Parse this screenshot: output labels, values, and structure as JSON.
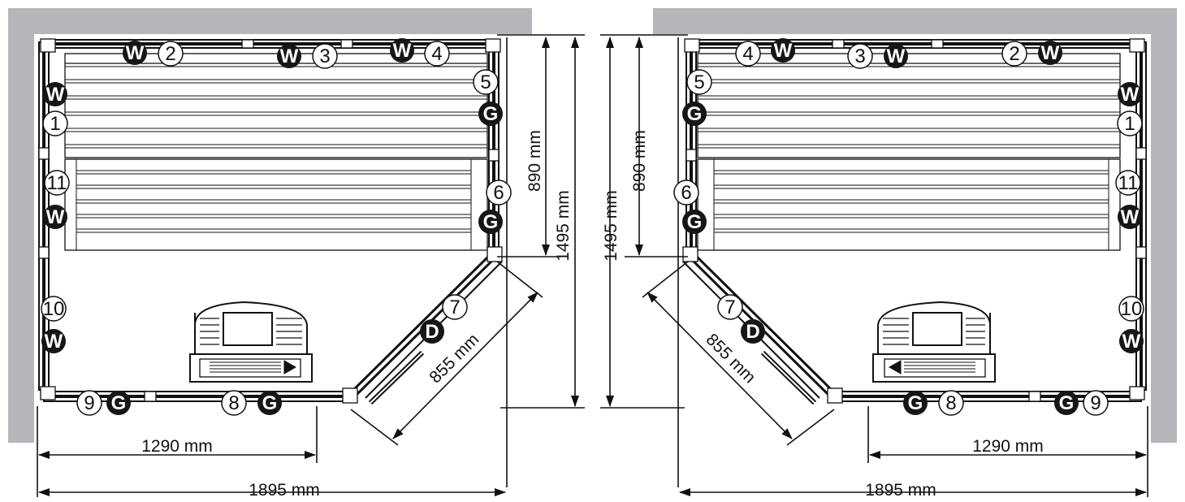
{
  "colors": {
    "wall": "#b5b6b9",
    "frame": "#1a1a1a",
    "bench": "#ffffff",
    "badge_dark": "#161616",
    "badge_light": "#ffffff"
  },
  "variants": [
    {
      "id": "left-layout",
      "panels": [
        {
          "num": "1",
          "type": "W"
        },
        {
          "num": "2",
          "type": "W"
        },
        {
          "num": "3",
          "type": "W"
        },
        {
          "num": "4",
          "type": "W"
        },
        {
          "num": "5",
          "type": "G"
        },
        {
          "num": "6",
          "type": "G"
        },
        {
          "num": "7",
          "type": "D"
        },
        {
          "num": "8",
          "type": "G"
        },
        {
          "num": "9",
          "type": "G"
        },
        {
          "num": "10",
          "type": "W"
        },
        {
          "num": "11",
          "type": "W"
        }
      ],
      "dimensions": {
        "depth_inner": "890 mm",
        "depth_total": "1495 mm",
        "door_width": "855 mm",
        "front_width": "1290 mm",
        "total_width": "1895 mm"
      }
    },
    {
      "id": "right-layout",
      "panels": [
        {
          "num": "1",
          "type": "W"
        },
        {
          "num": "2",
          "type": "W"
        },
        {
          "num": "3",
          "type": "W"
        },
        {
          "num": "4",
          "type": "W"
        },
        {
          "num": "5",
          "type": "G"
        },
        {
          "num": "6",
          "type": "G"
        },
        {
          "num": "7",
          "type": "D"
        },
        {
          "num": "8",
          "type": "G"
        },
        {
          "num": "9",
          "type": "G"
        },
        {
          "num": "10",
          "type": "W"
        },
        {
          "num": "11",
          "type": "W"
        }
      ],
      "dimensions": {
        "depth_inner": "890 mm",
        "depth_total": "1495 mm",
        "door_width": "855 mm",
        "front_width": "1290 mm",
        "total_width": "1895 mm"
      }
    }
  ]
}
